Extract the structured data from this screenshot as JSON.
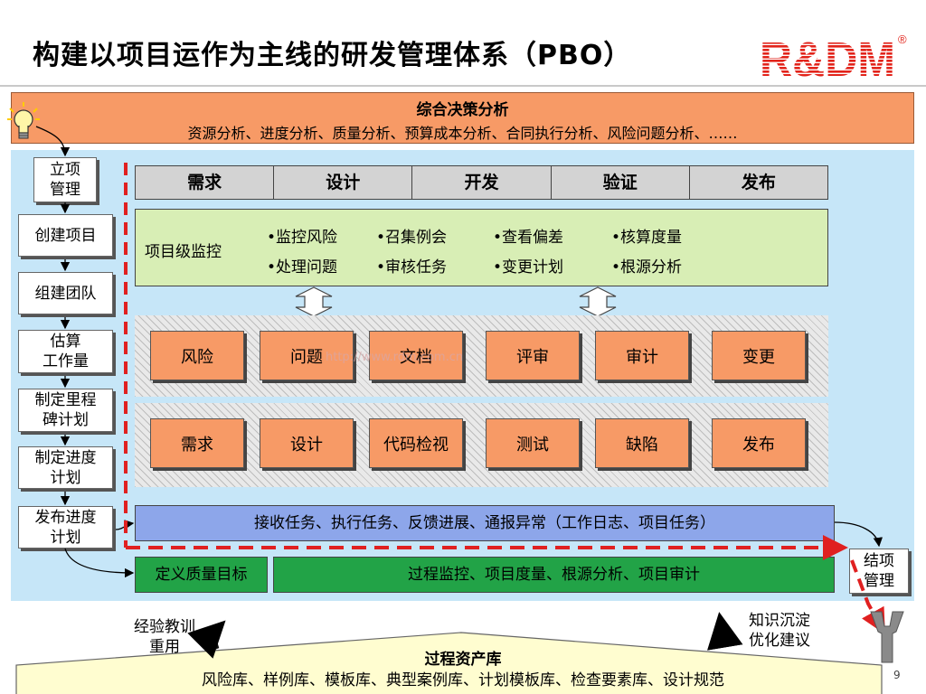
{
  "title": "构建以项目运作为主线的研发管理体系（PBO）",
  "logo": {
    "text": "R&DM",
    "registered": "®",
    "color": "#e2231a"
  },
  "decision": {
    "title": "综合决策分析",
    "items": "资源分析、进度分析、质量分析、预算成本分析、合同执行分析、风险问题分析、……"
  },
  "steps": {
    "s1": [
      "立项",
      "管理"
    ],
    "s2": "创建项目",
    "s3": "组建团队",
    "s4": [
      "估算",
      "工作量"
    ],
    "s5": [
      "制定里程",
      "碑计划"
    ],
    "s6": [
      "制定进度",
      "计划"
    ],
    "s7": [
      "发布进度",
      "计划"
    ]
  },
  "phases": [
    "需求",
    "设计",
    "开发",
    "验证",
    "发布"
  ],
  "monitor": {
    "label": "项目级监控",
    "items": [
      "•监控风险",
      "•召集例会",
      "•查看偏差",
      "•核算度量",
      "•处理问题",
      "•审核任务",
      "•变更计划",
      "•根源分析"
    ]
  },
  "row1": [
    "风险",
    "问题",
    "文档",
    "评审",
    "审计",
    "变更"
  ],
  "row2": [
    "需求",
    "设计",
    "代码检视",
    "测试",
    "缺陷",
    "发布"
  ],
  "tasks": "接收任务、执行任务、反馈进展、通报异常（工作日志、项目任务）",
  "quality_goal": "定义质量目标",
  "process": "过程监控、项目度量、根源分析、项目审计",
  "close": [
    "结项",
    "管理"
  ],
  "library": {
    "title": "过程资产库",
    "items": "风险库、样例库、模板库、典型案例库、计划模板库、检查要素库、设计规范"
  },
  "lesson": [
    "经验教训",
    "重用"
  ],
  "knowledge": [
    "知识沉淀",
    "优化建议"
  ],
  "watermark": "http://www.rdm.com.cn",
  "page_number": "9",
  "colors": {
    "orange": "#f79a66",
    "light_blue": "#c6e6f8",
    "light_green": "#d8eeb5",
    "task_blue": "#8da6ea",
    "green": "#22a347",
    "library_yellow": "#fffdd0",
    "dash_red": "#e02020"
  }
}
